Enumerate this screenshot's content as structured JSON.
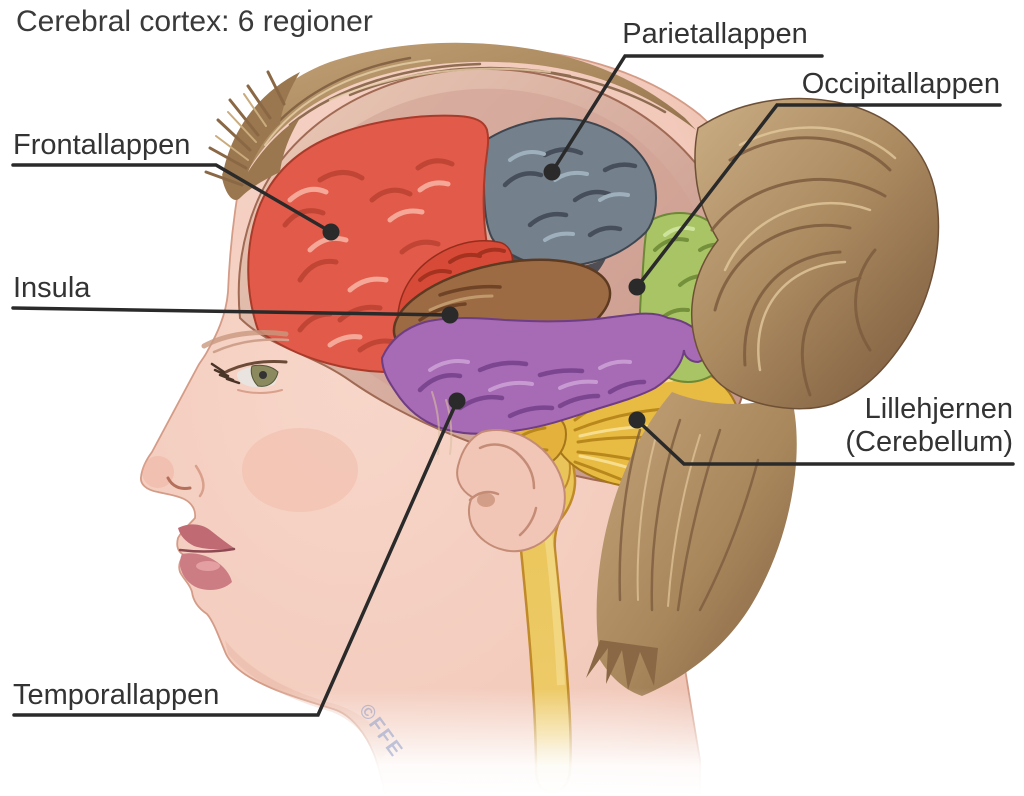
{
  "title": "Cerebral cortex: 6 regioner",
  "watermark": "©FFE",
  "labels": {
    "frontal": {
      "text": "Frontallappen"
    },
    "parietal": {
      "text": "Parietallappen"
    },
    "occipital": {
      "text": "Occipitallappen"
    },
    "insula": {
      "text": "Insula"
    },
    "temporal": {
      "text": "Temporallappen"
    },
    "cerebellum": {
      "text": "Lillehjernen",
      "subtext": "(Cerebellum)"
    }
  },
  "region_colors": {
    "frontal": "#e25a49",
    "parietal": "#75808d",
    "occipital": "#a8c464",
    "insula": "#9c6b44",
    "temporal": "#a76ab5",
    "cerebellum": "#e8bb43",
    "brainstem": "#eac859"
  },
  "line_color": "#2a2a2a",
  "text_color": "#333333"
}
